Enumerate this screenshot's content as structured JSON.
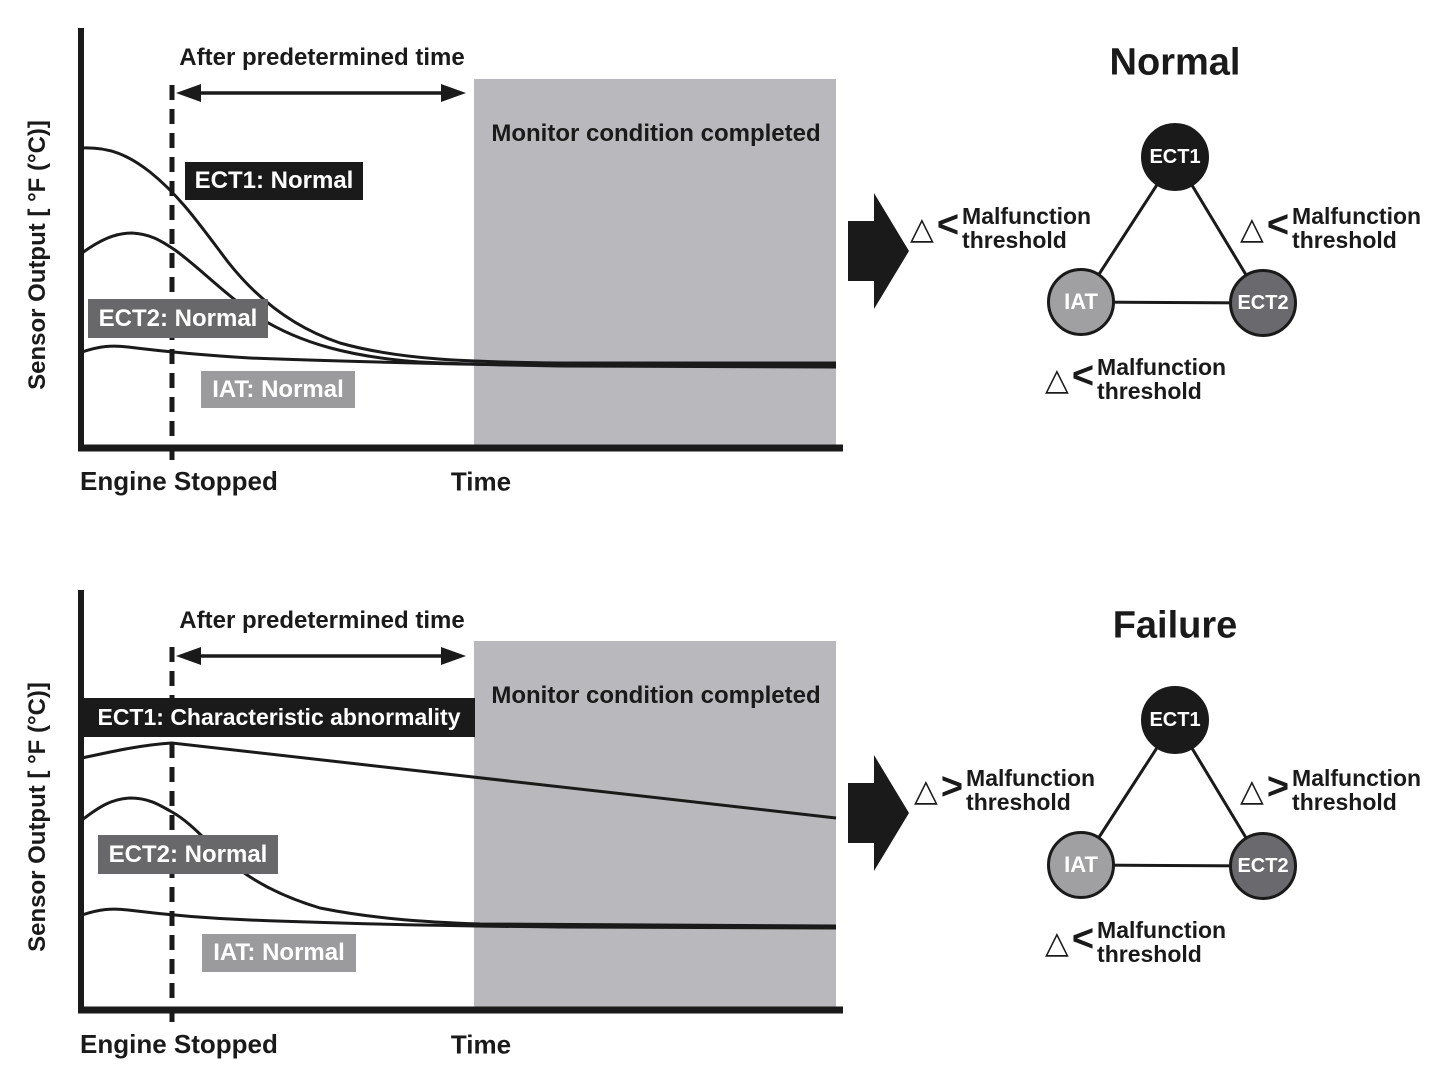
{
  "colors": {
    "ink": "#1a1a1a",
    "monitor_region_gray": "#b9b9bd",
    "ect1_node_fill": "#1a1a1a",
    "ect2_node_fill": "#6a6a6e",
    "iat_node_fill": "#a0a0a3",
    "ect1_label_bg": "#1a1a1a",
    "ect2_label_bg": "#68686b",
    "iat_label_bg": "#9b9b9e",
    "label_text": "#ffffff"
  },
  "charts": [
    {
      "y_axis_label": "Sensor Output [ °F (°C)]",
      "after_label": "After predetermined time",
      "monitor_label": "Monitor condition completed",
      "ect1_label": "ECT1: Normal",
      "ect2_label": "ECT2: Normal",
      "iat_label": "IAT: Normal",
      "x_origin_label": "Engine Stopped",
      "x_axis_label": "Time"
    },
    {
      "y_axis_label": "Sensor Output [ °F (°C)]",
      "after_label": "After predetermined time",
      "monitor_label": "Monitor condition completed",
      "ect1_label": "ECT1: Characteristic abnormality",
      "ect2_label": "ECT2: Normal",
      "iat_label": "IAT: Normal",
      "x_origin_label": "Engine Stopped",
      "x_axis_label": "Time"
    }
  ],
  "diagrams": [
    {
      "title": "Normal",
      "node_top": "ECT1",
      "node_left": "IAT",
      "node_right": "ECT2",
      "thresholds": {
        "left": {
          "symbol": "△",
          "comparator": "<",
          "line1": "Malfunction",
          "line2": "threshold"
        },
        "right": {
          "symbol": "△",
          "comparator": "<",
          "line1": "Malfunction",
          "line2": "threshold"
        },
        "bottom": {
          "symbol": "△",
          "comparator": "<",
          "line1": "Malfunction",
          "line2": "threshold"
        }
      }
    },
    {
      "title": "Failure",
      "node_top": "ECT1",
      "node_left": "IAT",
      "node_right": "ECT2",
      "thresholds": {
        "left": {
          "symbol": "△",
          "comparator": ">",
          "line1": "Malfunction",
          "line2": "threshold"
        },
        "right": {
          "symbol": "△",
          "comparator": ">",
          "line1": "Malfunction",
          "line2": "threshold"
        },
        "bottom": {
          "symbol": "△",
          "comparator": "<",
          "line1": "Malfunction",
          "line2": "threshold"
        }
      }
    }
  ]
}
